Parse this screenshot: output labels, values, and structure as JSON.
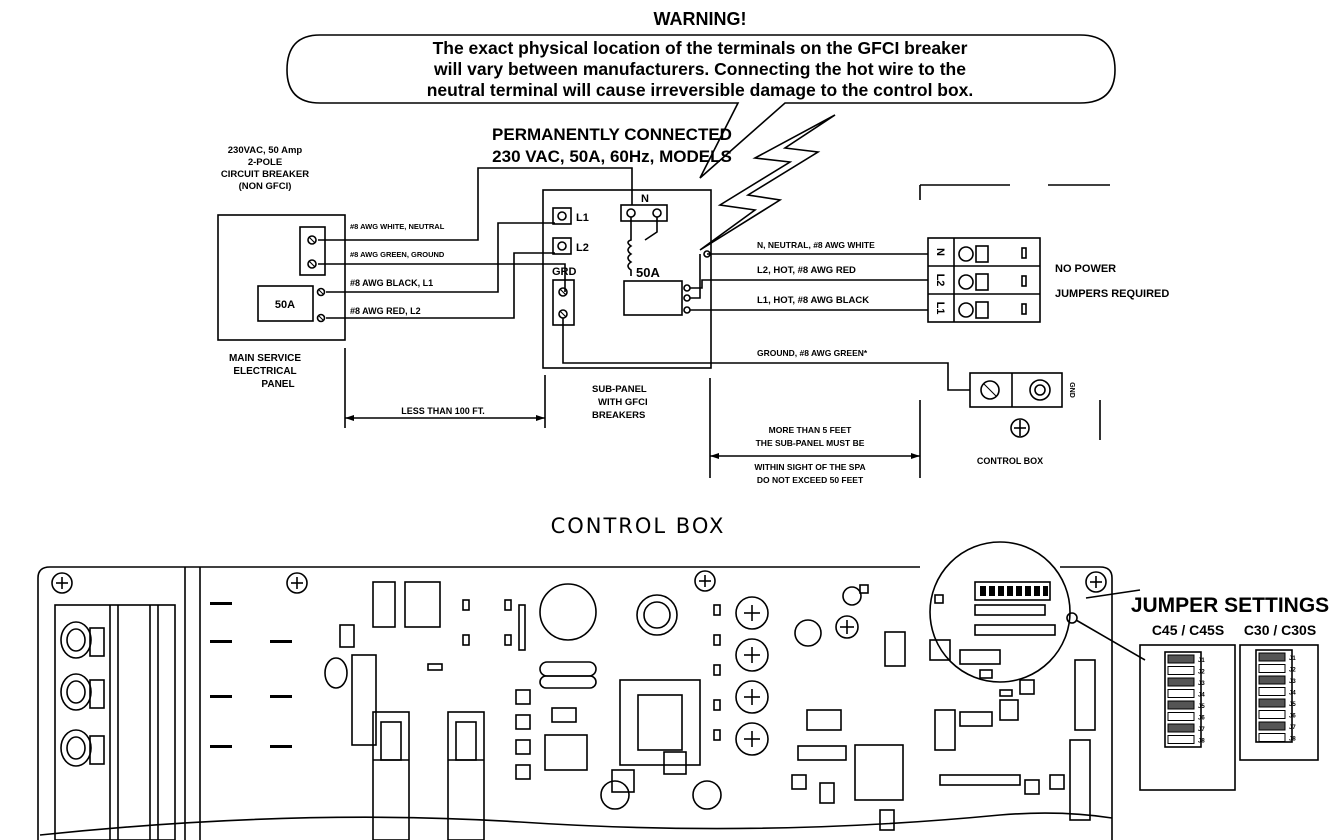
{
  "warning": {
    "title": "WARNING!",
    "lines": [
      "The exact physical location of the terminals on the GFCI breaker",
      "will vary between manufacturers.  Connecting the hot wire to the",
      "neutral terminal will cause irreversible damage to the control box."
    ]
  },
  "header": {
    "line1": "PERMANENTLY CONNECTED",
    "line2": "230 VAC, 50A, 60Hz, MODELS"
  },
  "main_breaker": {
    "lines": [
      "230VAC, 50 Amp",
      "2-POLE",
      "CIRCUIT BREAKER",
      "(NON GFCI)"
    ],
    "rating": "50A"
  },
  "main_panel": {
    "lines": [
      "MAIN SERVICE",
      "ELECTRICAL",
      "PANEL"
    ]
  },
  "wires_left": [
    "#8 AWG WHITE, NEUTRAL",
    "#8 AWG GREEN, GROUND",
    "#8 AWG BLACK, L1",
    "#8 AWG RED, L2"
  ],
  "subpanel": {
    "term_n": "N",
    "term_l1": "L1",
    "term_l2": "L2",
    "term_grd": "GRD",
    "rating": "50A",
    "lines": [
      "SUB-PANEL",
      "WITH GFCI",
      "BREAKERS"
    ]
  },
  "distance_left": "LESS THAN 100 FT.",
  "wires_right": [
    "N, NEUTRAL, #8 AWG WHITE",
    "L2, HOT, #8 AWG RED",
    "L1, HOT, #8 AWG BLACK",
    "GROUND, #8 AWG GREEN*"
  ],
  "distance_right": [
    "MORE THAN 5 FEET",
    "THE SUB-PANEL MUST BE",
    "WITHIN SIGHT OF THE SPA",
    "DO NOT EXCEED 50 FEET"
  ],
  "terminal_labels": [
    "N",
    "L2",
    "L1"
  ],
  "no_power": [
    "NO POWER",
    "JUMPERS REQUIRED"
  ],
  "gnd_label": "GND",
  "control_box_small": "CONTROL BOX",
  "control_box_title": "CONTROL BOX",
  "jumper": {
    "title": "JUMPER SETTINGS",
    "left_title": "C45 / C45S",
    "right_title": "C30 / C30S",
    "labels": [
      "J1",
      "J2",
      "J3",
      "J4",
      "J5",
      "J6",
      "J7",
      "J8"
    ]
  }
}
